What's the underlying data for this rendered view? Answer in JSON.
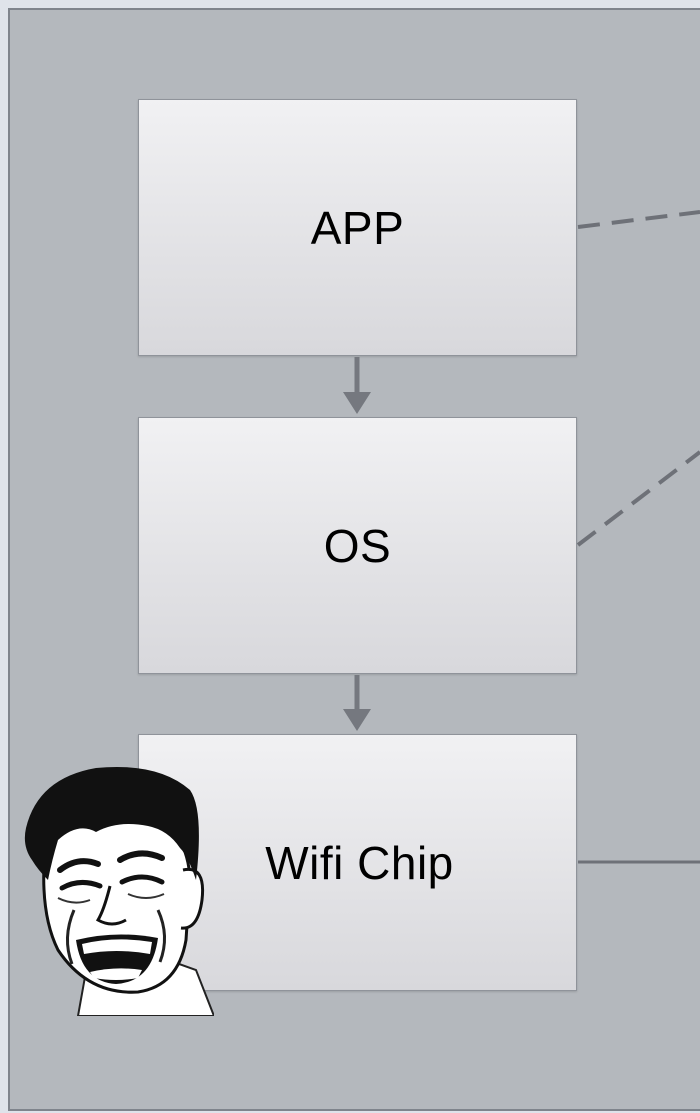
{
  "diagram": {
    "boxes": [
      {
        "label": "APP"
      },
      {
        "label": "OS"
      },
      {
        "label": "Wifi Chip"
      }
    ],
    "connectors": [
      {
        "from": "APP",
        "to": "OS",
        "style": "arrow"
      },
      {
        "from": "OS",
        "to": "Wifi Chip",
        "style": "arrow"
      },
      {
        "from": "APP",
        "to": "offscreen-right",
        "style": "dashed"
      },
      {
        "from": "OS",
        "to": "offscreen-right",
        "style": "dashed"
      },
      {
        "from": "Wifi Chip",
        "to": "offscreen-right",
        "style": "solid"
      }
    ],
    "decoration": {
      "icon": "laughing-face-meme-icon"
    }
  },
  "colors": {
    "panel": "#b4b8bd",
    "box_border": "#8f939a",
    "arrow": "#75787f",
    "dashed_line": "#6e7178"
  }
}
